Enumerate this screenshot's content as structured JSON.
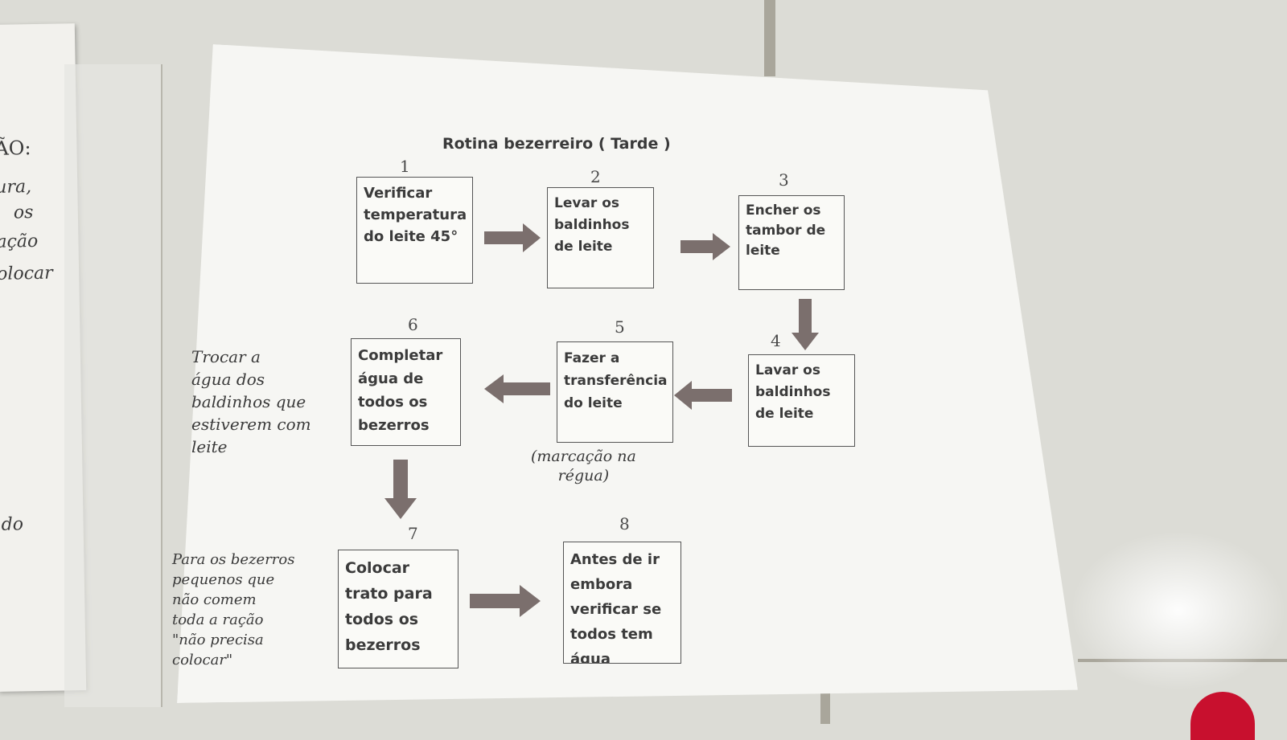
{
  "flowchart": {
    "title": "Rotina bezerreiro ( Tarde )",
    "steps": [
      {
        "num": "1",
        "text": "Verificar\ntemperatura\ndo leite 45°"
      },
      {
        "num": "2",
        "text": "Levar os\nbaldinhos\nde leite"
      },
      {
        "num": "3",
        "text": "Encher os\ntambor de\nleite"
      },
      {
        "num": "4",
        "text": "Lavar os\nbaldinhos\nde leite"
      },
      {
        "num": "5",
        "text": "Fazer a\ntransferência\ndo leite"
      },
      {
        "num": "6",
        "text": "Completar\nágua de\ntodos os\nbezerros"
      },
      {
        "num": "7",
        "text": "Colocar\ntrato para\ntodos os\nbezerros"
      },
      {
        "num": "8",
        "text": "Antes de ir\nembora\nverificar se\ntodos tem\nágua"
      }
    ],
    "notes": {
      "step5": "(marcação na\nrégua)",
      "step6": "Trocar a\nágua dos\nbaldinhos que\nestiverem com\nleite",
      "step7": "Para os bezerros\npequenos que\nnão comem\ntoda a ração\n\"não precisa\ncolocar\""
    }
  },
  "left_paper": {
    "fragments": [
      "ÃO:",
      "ura,",
      "os",
      "ação",
      "olocar",
      "do"
    ]
  }
}
